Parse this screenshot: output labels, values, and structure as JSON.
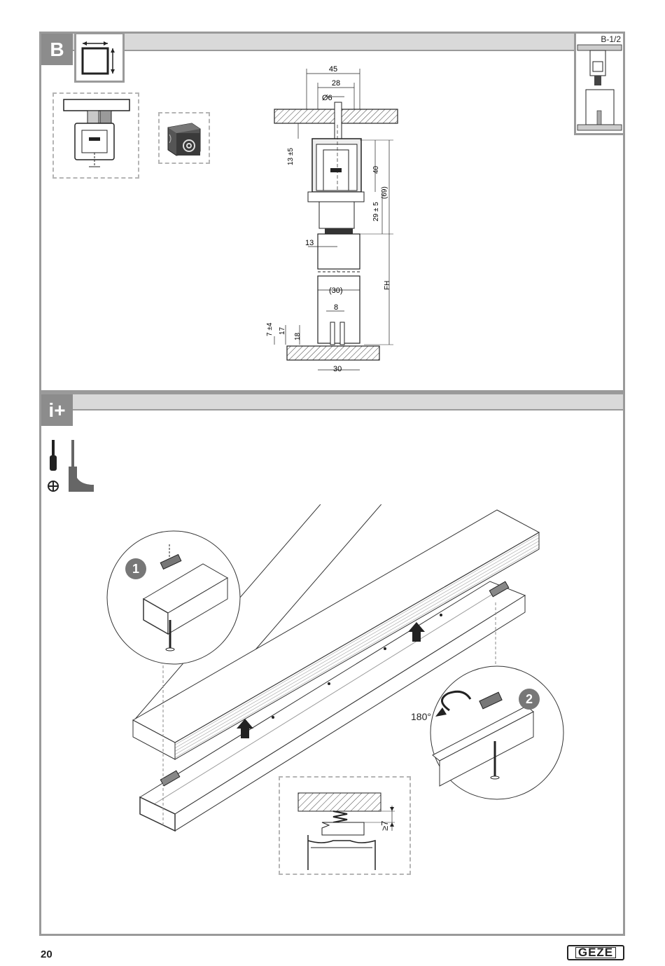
{
  "section_b": {
    "badge": "B",
    "ref_label": "B-1/2",
    "dimensions": {
      "d45": "45",
      "d28": "28",
      "d6": "Ø6",
      "d13_5": "13 ±5",
      "d40": "40",
      "d69": "(69)",
      "d29_5": "29 ± 5",
      "d13": "13",
      "d30p": "(30)",
      "fh": "FH",
      "d8": "8",
      "d7_4": "7 ±4",
      "d17": "17",
      "d18": "18",
      "d30": "30"
    }
  },
  "section_info": {
    "badge": "i+",
    "step1": "1",
    "step2": "2",
    "rotation_label": "180°",
    "gap_label": "≥7"
  },
  "footer": {
    "page_number": "20",
    "brand": "GEZE"
  }
}
